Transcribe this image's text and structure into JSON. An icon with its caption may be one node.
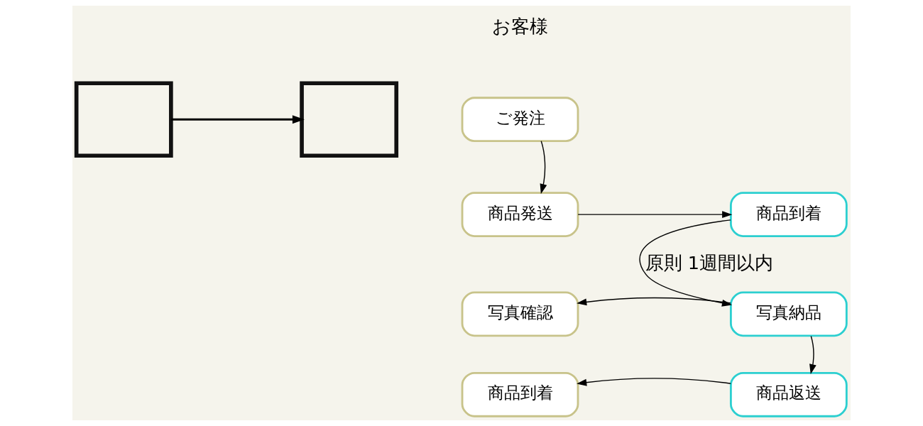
{
  "diagram": {
    "nodes": [
      {
        "text": [
          "ご発注"
        ]
      },
      {
        "text": [
          "商品発送"
        ]
      },
      {
        "text": [
          "商品到着"
        ]
      },
      {
        "text": [
          "写真確認"
        ]
      },
      {
        "text": [
          "写真納品"
        ]
      },
      {
        "text": [
          "商品到着"
        ]
      },
      {
        "text": [
          "商品返送"
        ]
      },
      {
        "text": [],
        "shape": "box"
      },
      {
        "text": [],
        "shape": "box"
      }
    ],
    "edges": [
      {
        "from": 0,
        "to": 1,
        "arrow": "to"
      },
      {
        "from": 1,
        "to": 2,
        "arrow": "to"
      },
      {
        "from": 2,
        "to": 4,
        "arrow": "to",
        "label": "原則 1週間以内"
      },
      {
        "from": 4,
        "to": 3,
        "arrow": "to"
      },
      {
        "from": 4,
        "to": 6,
        "arrow": "to"
      },
      {
        "from": 6,
        "to": 5,
        "arrow": "to"
      },
      {
        "from": 7,
        "to": 8,
        "arrow": "to"
      }
    ],
    "labels": [
      "お客様"
    ]
  }
}
